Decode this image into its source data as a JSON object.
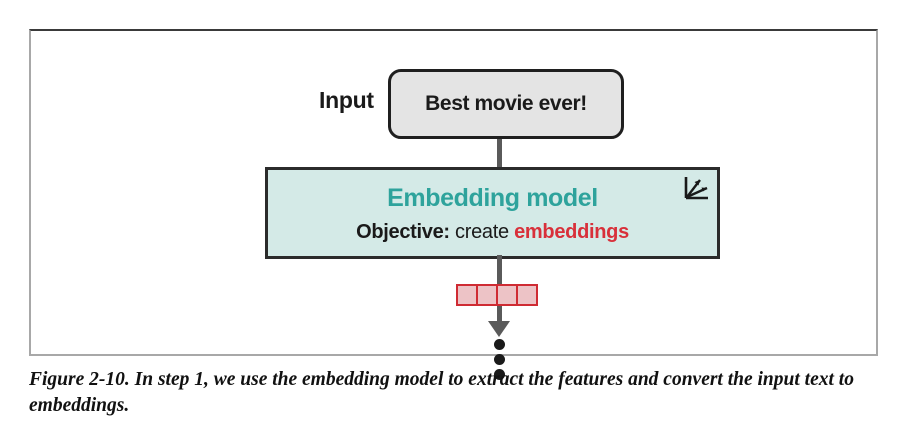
{
  "figure": {
    "input": {
      "label": "Input",
      "box_text": "Best movie ever!"
    },
    "model": {
      "title": "Embedding model",
      "objective_key": "Objective:",
      "objective_verb": "create",
      "objective_value": "embeddings",
      "icon": "vector-axes-icon"
    },
    "vector": {
      "cell_count": 4,
      "cells": [
        "",
        "",
        "",
        ""
      ]
    },
    "ellipsis": {
      "dots": [
        "",
        "",
        ""
      ]
    },
    "caption": "Figure 2-10. In step 1, we use the embedding model to extract the features and convert the input text to embeddings."
  },
  "colors": {
    "model_fill": "#d4eae7",
    "model_title": "#2ea39c",
    "accent_red": "#d8303a",
    "vector_border": "#cf2b33",
    "vector_fill": "#edc3c6",
    "input_fill": "#e4e4e4",
    "connector": "#5a5a5a",
    "frame_top": "#3a3a3a",
    "frame_side": "#a8a8a8"
  }
}
